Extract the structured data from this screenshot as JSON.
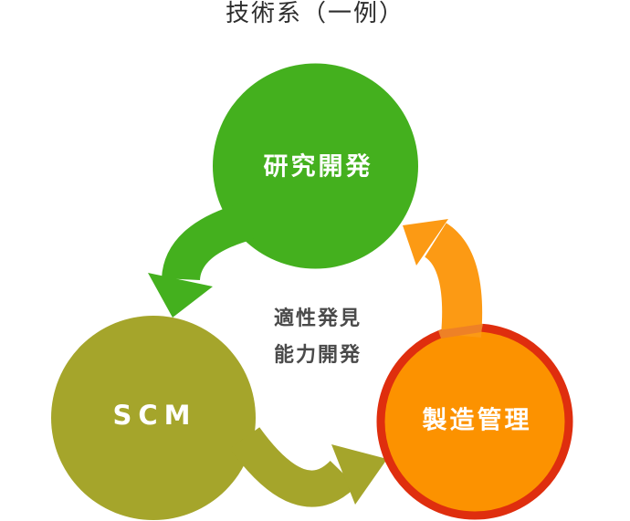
{
  "title": "技術系（一例）",
  "diagram": {
    "nodes": {
      "rnd": {
        "label": "研究開発",
        "color": "#44b01e"
      },
      "scm": {
        "label": "SCM",
        "color": "#a5a52b"
      },
      "mfg": {
        "label": "製造管理",
        "fill": "#fc9200",
        "border": "#df2e0e"
      }
    },
    "center_note": {
      "line1": "適性発見",
      "line2": "能力開発"
    },
    "arrows": {
      "rnd_to_scm": {
        "color": "#44b01e"
      },
      "scm_to_mfg": {
        "color": "#a5a52b"
      },
      "mfg_to_rnd": {
        "color": "#fc9a14",
        "ring_overlap_color": "#ee8126"
      }
    },
    "text_colors": {
      "title": "#2d2d2d",
      "center_note": "#4a4a4a",
      "node_label": "#ffffff"
    }
  }
}
